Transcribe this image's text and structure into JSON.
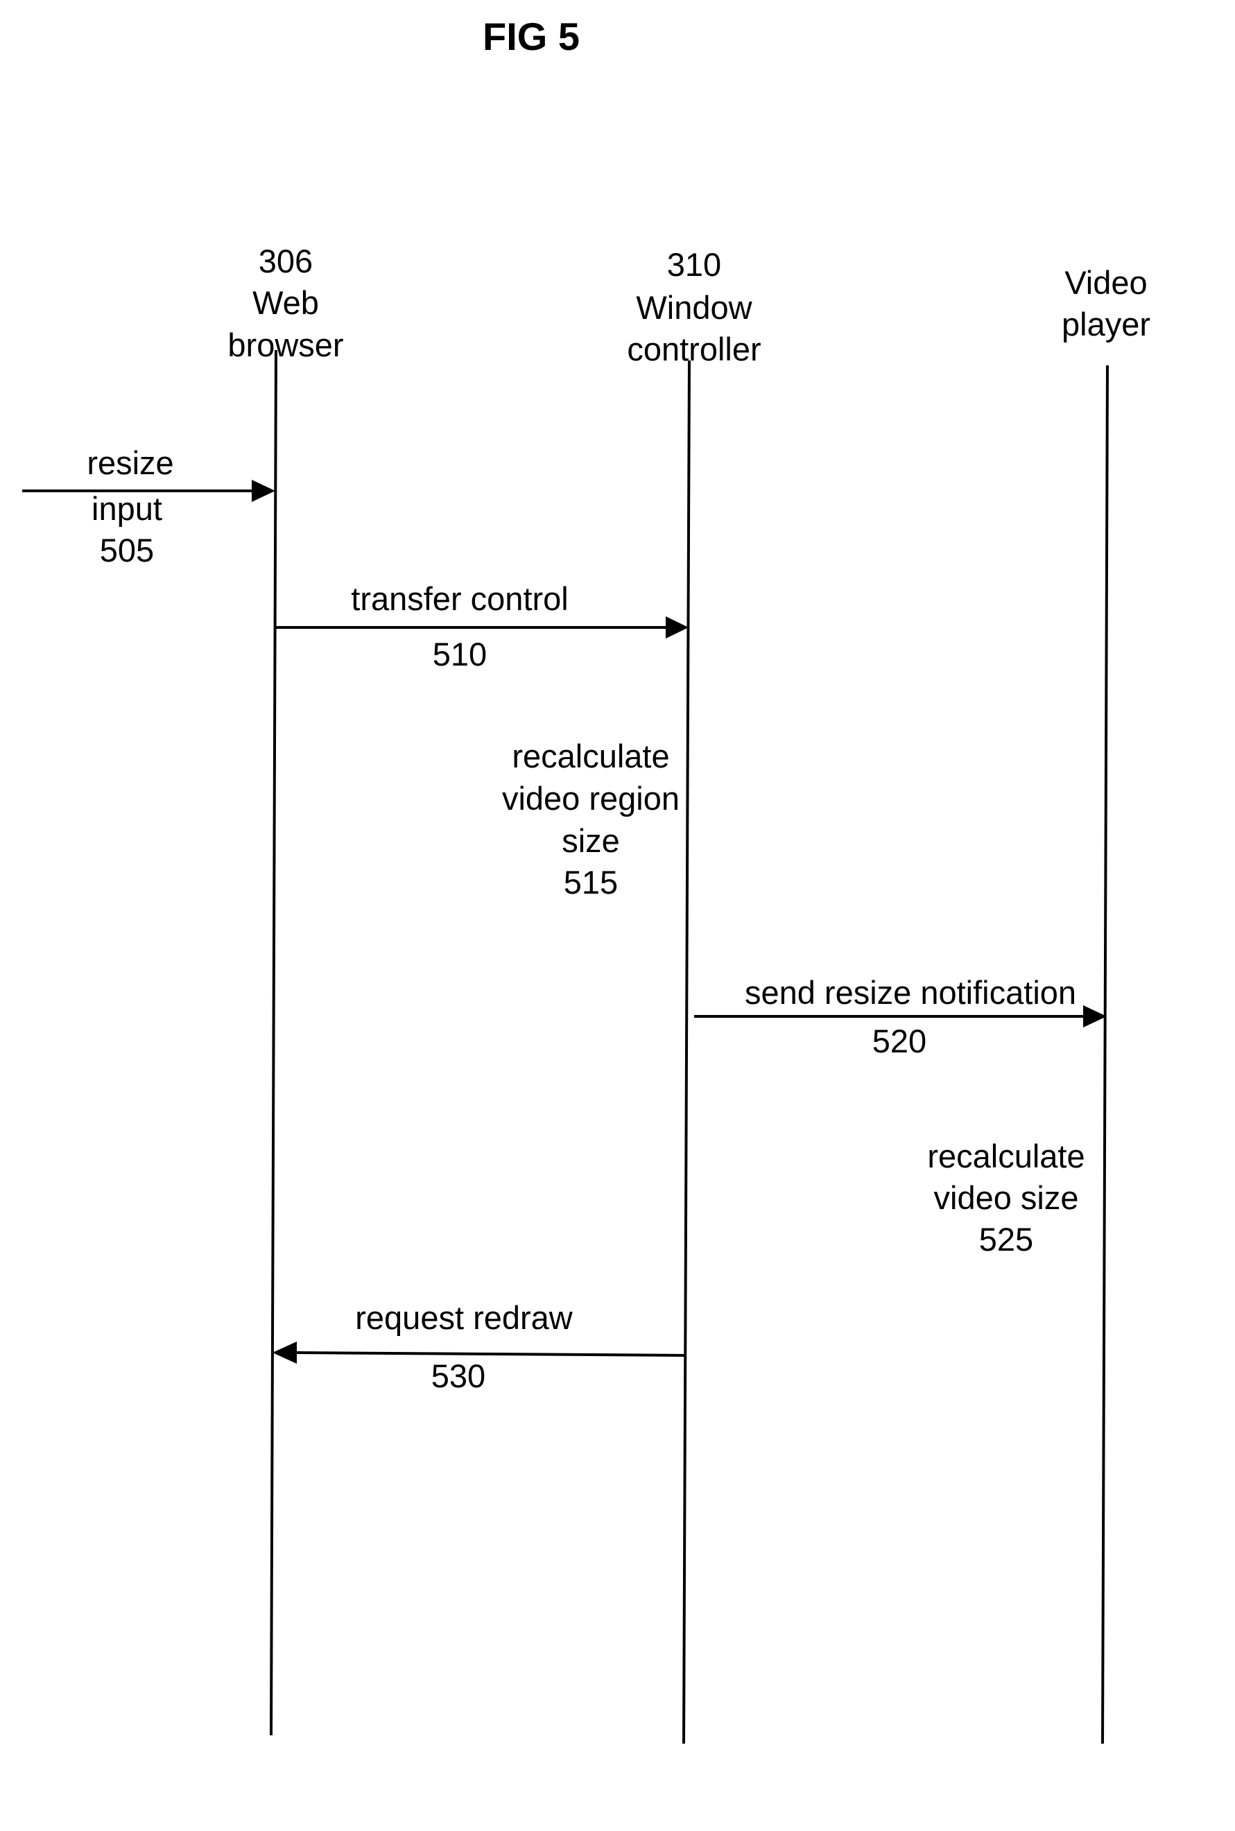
{
  "figure": {
    "title": "FIG 5"
  },
  "participants": [
    {
      "number": "306",
      "name_lines": [
        "Web",
        "browser"
      ]
    },
    {
      "number": "310",
      "name_lines": [
        "Window",
        "controller"
      ]
    },
    {
      "number": "",
      "name_lines": [
        "Video",
        "player"
      ]
    }
  ],
  "messages": {
    "resize_input": {
      "lines": [
        "resize",
        "input"
      ],
      "number": "505"
    },
    "transfer_control": {
      "label": "transfer control",
      "number": "510"
    },
    "send_resize_notification": {
      "label": "send resize notification",
      "number": "520"
    },
    "request_redraw": {
      "label": "request redraw",
      "number": "530"
    }
  },
  "notes": {
    "recalc_region": {
      "lines": [
        "recalculate",
        "video region",
        "size"
      ],
      "number": "515"
    },
    "recalc_video": {
      "lines": [
        "recalculate",
        "video size"
      ],
      "number": "525"
    }
  }
}
